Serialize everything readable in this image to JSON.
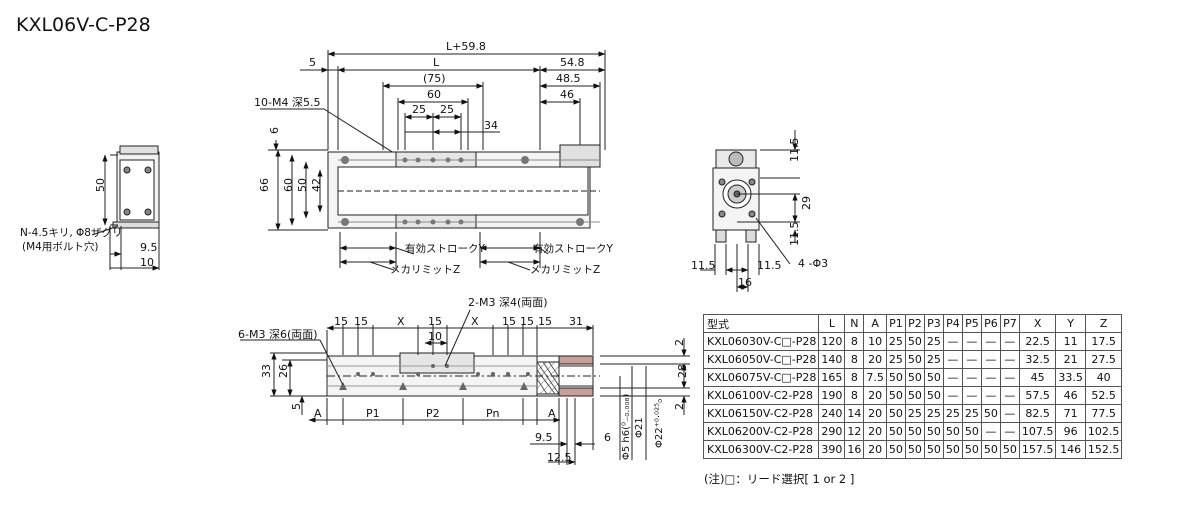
{
  "title": "KXL06V-C-P28",
  "labels": {
    "top_total": "L+59.8",
    "top_5": "5",
    "top_L": "L",
    "top_548": "54.8",
    "top_75": "(75)",
    "top_485": "48.5",
    "top_60": "60",
    "top_46": "46",
    "top_25a": "25",
    "top_25b": "25",
    "top_34": "34",
    "top_6": "6",
    "tap_callout": "10-M4 深5.5",
    "side_66": "66",
    "side_60": "60",
    "side_50": "50",
    "side_42": "42",
    "stroke_y_left": "有効ストロークY",
    "stroke_y_right": "有効ストロークY",
    "mech_z_left": "メカリミットZ",
    "mech_z_right": "メカリミットZ",
    "left_50": "50",
    "left_hole_note_1": "N-4.5キリ, Φ8ザグリ",
    "left_hole_note_2": "(M4用ボルト穴)",
    "left_95": "9.5",
    "left_10": "10",
    "right_115_top": "11.5",
    "right_29": "29",
    "right_115_side": "11.5",
    "right_115_bl": "11.5",
    "right_115_br": "11.5",
    "right_16": "16",
    "right_phi3": "4 -Φ3",
    "bot_tap_callout": "2-M3 深4(両面)",
    "bot_m3_callout": "6-M3 深6(両面)",
    "bot_15a": "15",
    "bot_15b": "15",
    "bot_X1": "X",
    "bot_15c": "15",
    "bot_X2": "X",
    "bot_15d": "15",
    "bot_15e": "15",
    "bot_15f": "15",
    "bot_31": "31",
    "bot_10": "10",
    "bot_33": "33",
    "bot_26": "26",
    "bot_5": "5",
    "bot_A1": "A",
    "bot_P1": "P1",
    "bot_P2": "P2",
    "bot_Pn": "Pn",
    "bot_A2": "A",
    "bot_2a": "2",
    "bot_28": "28",
    "bot_2b": "2",
    "bot_95": "9.5",
    "bot_6": "6",
    "bot_125": "12.5",
    "bot_phi5": "Φ5 h6(⁰₋₀.₀₀₈)",
    "bot_phi21": "Φ21",
    "bot_phi22": "Φ22⁺⁰·⁰²⁵₀"
  },
  "table": {
    "headers": [
      "型式",
      "L",
      "N",
      "A",
      "P1",
      "P2",
      "P3",
      "P4",
      "P5",
      "P6",
      "P7",
      "X",
      "Y",
      "Z"
    ],
    "rows": [
      [
        "KXL06030V-C□-P28",
        "120",
        "8",
        "10",
        "25",
        "50",
        "25",
        "—",
        "—",
        "—",
        "—",
        "22.5",
        "11",
        "17.5"
      ],
      [
        "KXL06050V-C□-P28",
        "140",
        "8",
        "20",
        "25",
        "50",
        "25",
        "—",
        "—",
        "—",
        "—",
        "32.5",
        "21",
        "27.5"
      ],
      [
        "KXL06075V-C□-P28",
        "165",
        "8",
        "7.5",
        "50",
        "50",
        "50",
        "—",
        "—",
        "—",
        "—",
        "45",
        "33.5",
        "40"
      ],
      [
        "KXL06100V-C2-P28",
        "190",
        "8",
        "20",
        "50",
        "50",
        "50",
        "—",
        "—",
        "—",
        "—",
        "57.5",
        "46",
        "52.5"
      ],
      [
        "KXL06150V-C2-P28",
        "240",
        "14",
        "20",
        "50",
        "25",
        "25",
        "25",
        "25",
        "50",
        "—",
        "82.5",
        "71",
        "77.5"
      ],
      [
        "KXL06200V-C2-P28",
        "290",
        "12",
        "20",
        "50",
        "50",
        "50",
        "50",
        "50",
        "—",
        "—",
        "107.5",
        "96",
        "102.5"
      ],
      [
        "KXL06300V-C2-P28",
        "390",
        "16",
        "20",
        "50",
        "50",
        "50",
        "50",
        "50",
        "50",
        "50",
        "157.5",
        "146",
        "152.5"
      ]
    ]
  },
  "note": "(注)□：リード選択[ 1 or 2 ]"
}
